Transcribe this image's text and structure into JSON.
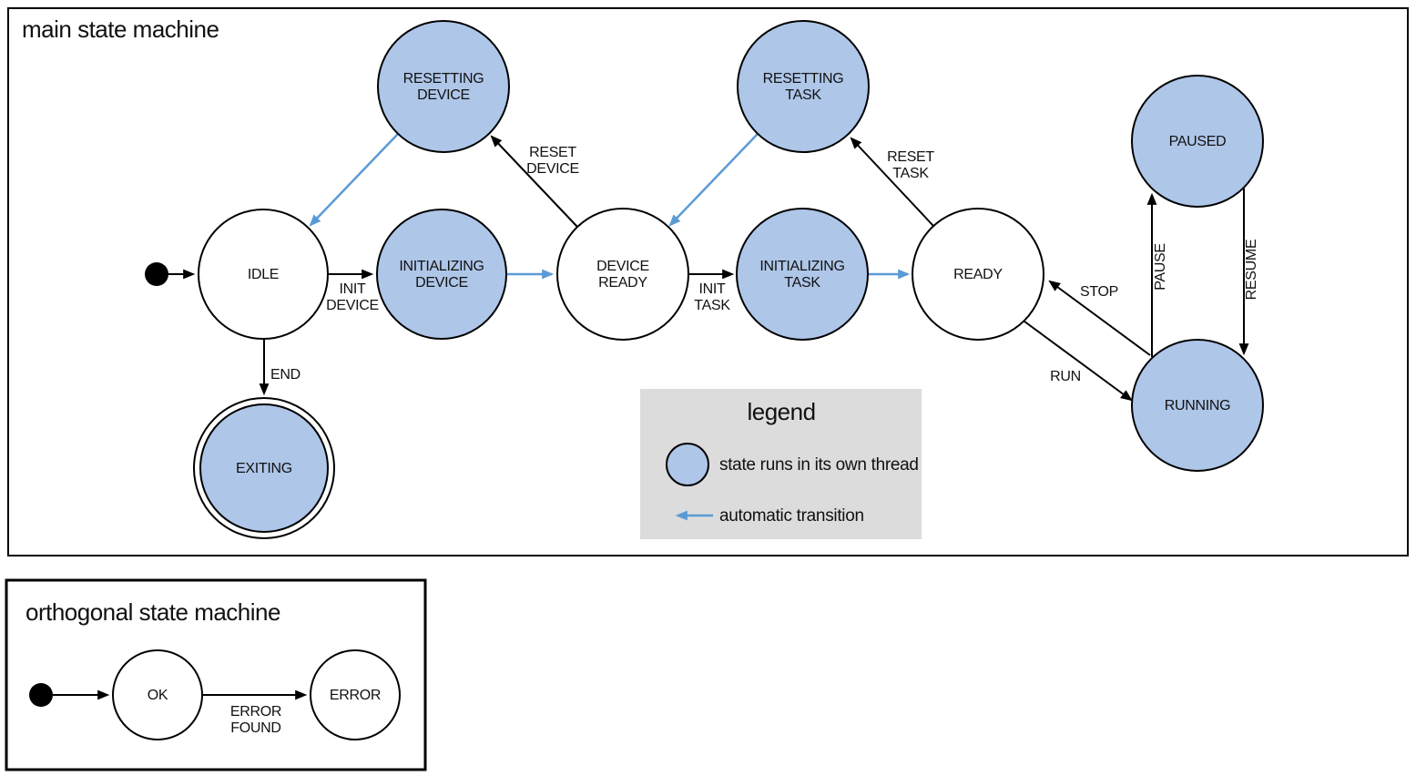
{
  "colors": {
    "threaded_state_fill": "#aec6e8",
    "auto_transition_blue": "#5b9bd5",
    "legend_background": "#dcdcdc",
    "outline_black": "#000000"
  },
  "main_machine": {
    "title": "main state machine",
    "states": {
      "idle": "IDLE",
      "initializing_device": [
        "INITIALIZING",
        "DEVICE"
      ],
      "device_ready": [
        "DEVICE",
        "READY"
      ],
      "initializing_task": [
        "INITIALIZING",
        "TASK"
      ],
      "ready": "READY",
      "resetting_device": [
        "RESETTING",
        "DEVICE"
      ],
      "resetting_task": [
        "RESETTING",
        "TASK"
      ],
      "paused": "PAUSED",
      "running": "RUNNING",
      "exiting": "EXITING"
    },
    "threaded_states": [
      "INITIALIZING DEVICE",
      "INITIALIZING TASK",
      "RESETTING DEVICE",
      "RESETTING TASK",
      "PAUSED",
      "RUNNING",
      "EXITING"
    ],
    "final_state": "EXITING",
    "transitions": {
      "init_device": [
        "INIT",
        "DEVICE"
      ],
      "init_task": [
        "INIT",
        "TASK"
      ],
      "reset_device": [
        "RESET",
        "DEVICE"
      ],
      "reset_task": [
        "RESET",
        "TASK"
      ],
      "run": "RUN",
      "stop": "STOP",
      "pause": "PAUSE",
      "resume": "RESUME",
      "end": "END"
    }
  },
  "legend": {
    "title": "legend",
    "threaded_state_label": "state runs in its own thread",
    "auto_transition_label": "automatic transition"
  },
  "orthogonal_machine": {
    "title": "orthogonal state machine",
    "states": {
      "ok": "OK",
      "error": "ERROR"
    },
    "transitions": {
      "error_found": [
        "ERROR",
        "FOUND"
      ]
    }
  }
}
